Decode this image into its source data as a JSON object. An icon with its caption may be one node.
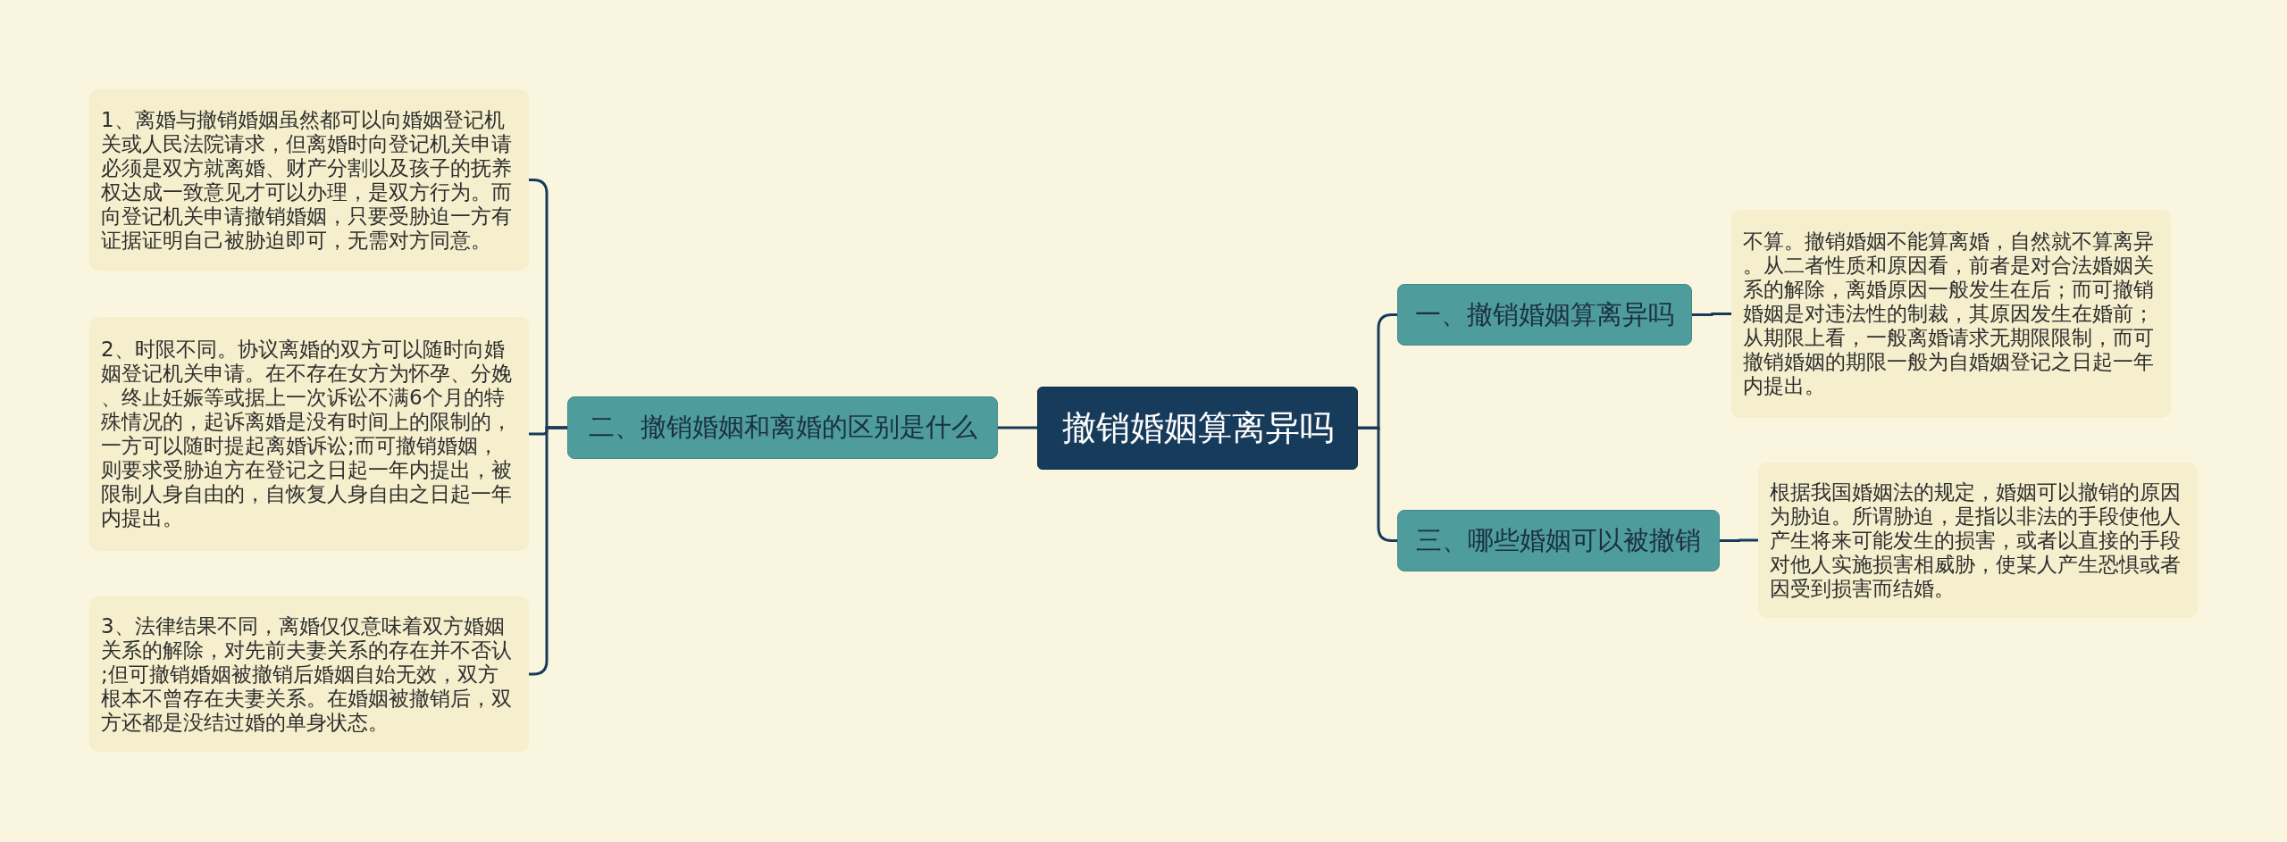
{
  "diagram": {
    "nodes": [
      {
        "text": [
          "撤销婚姻算离异吗"
        ]
      },
      {
        "text": [
          "二、撤销婚姻和离婚的区别是什么"
        ]
      },
      {
        "text": [
          "1、离婚与撤销婚姻虽然都可以向婚姻登记机关或人民法院请求，但离婚时向登记机关申请必须是双方就离婚、财产分割以及孩子的抚养权达成一致意见才可以办理，是双方行为。而向登记机关申请撤销婚姻，只要受胁迫一方有证据证明自己被胁迫即可，无需对方同意。"
        ]
      },
      {
        "text": [
          "2、时限不同。协议离婚的双方可以随时向婚姻登记机关申请。在不存在女方为怀孕、分娩、终止妊娠等或据上一次诉讼不满6个月的特殊情况的，起诉离婚是没有时间上的限制的，一方可以随时提起离婚诉讼;而可撤销婚姻，则要求受胁迫方在登记之日起一年内提出，被限制人身自由的，自恢复人身自由之日起一年内提出。"
        ]
      },
      {
        "text": [
          "3、法律结果不同，离婚仅仅意味着双方婚姻关系的解除，对先前夫妻关系的存在并不否认;但可撤销婚姻被撤销后婚姻自始无效，双方根本不曾存在夫妻关系。在婚姻被撤销后，双方还都是没结过婚的单身状态。"
        ]
      },
      {
        "text": [
          "一、撤销婚姻算离异吗"
        ]
      },
      {
        "text": [
          "不算。撤销婚姻不能算离婚，自然就不算离异。从二者性质和原因看，前者是对合法婚姻关系的解除，离婚原因一般发生在后；而可撤销婚姻是对违法性的制裁，其原因发生在婚前；从期限上看，一般离婚请求无期限限制，而可撤销婚姻的期限一般为自婚姻登记之日起一年内提出。"
        ]
      },
      {
        "text": [
          "三、哪些婚姻可以被撤销"
        ]
      },
      {
        "text": [
          "根据我国婚姻法的规定，婚姻可以撤销的原因为胁迫。所谓胁迫，是指以非法的手段使他人产生将来可能发生的损害，或者以直接的手段对他人实施损害相威胁，使某人产生恐惧或者因受到损害而结婚。"
        ]
      }
    ],
    "edges": [
      {
        "from": 0,
        "to": 1,
        "arrow": "none"
      },
      {
        "from": 1,
        "to": 2,
        "arrow": "none"
      },
      {
        "from": 1,
        "to": 3,
        "arrow": "none"
      },
      {
        "from": 1,
        "to": 4,
        "arrow": "none"
      },
      {
        "from": 0,
        "to": 5,
        "arrow": "none"
      },
      {
        "from": 5,
        "to": 6,
        "arrow": "none"
      },
      {
        "from": 0,
        "to": 7,
        "arrow": "none"
      },
      {
        "from": 7,
        "to": 8,
        "arrow": "none"
      }
    ]
  }
}
